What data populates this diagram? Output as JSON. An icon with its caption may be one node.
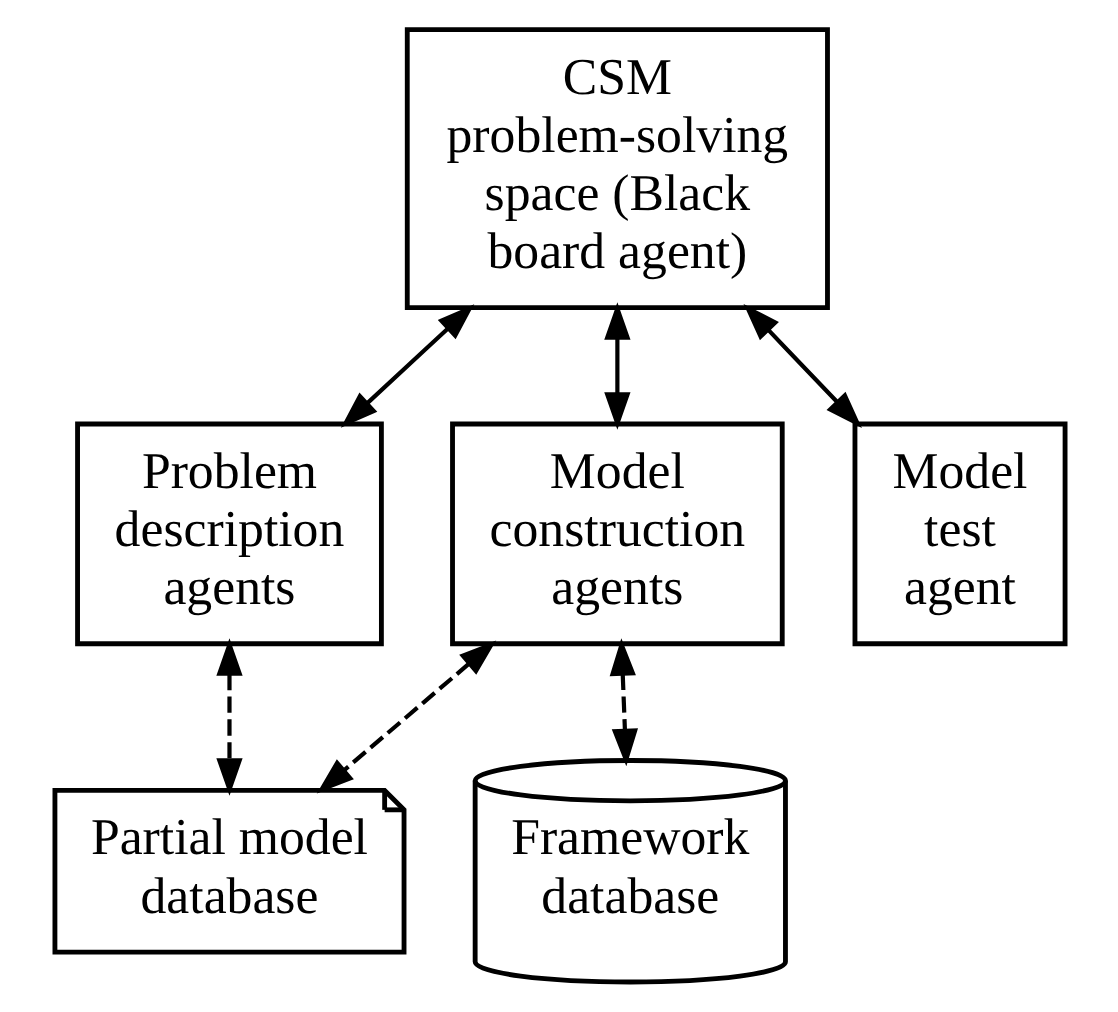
{
  "diagram": {
    "nodes": [
      {
        "text": [
          "CSM problem-solving space (Black board agent)"
        ]
      },
      {
        "text": [
          "Problem description agents"
        ]
      },
      {
        "text": [
          "Model construction agents"
        ]
      },
      {
        "text": [
          "Model test agent"
        ]
      },
      {
        "text": [
          "Partial model database"
        ]
      },
      {
        "text": [
          "Framework database"
        ]
      }
    ],
    "edges": [
      {
        "from": 0,
        "to": 1,
        "arrow": "both"
      },
      {
        "from": 0,
        "to": 2,
        "arrow": "both"
      },
      {
        "from": 0,
        "to": 3,
        "arrow": "both"
      },
      {
        "from": 1,
        "to": 4,
        "arrow": "both",
        "style": "dashed"
      },
      {
        "from": 2,
        "to": 4,
        "arrow": "both",
        "style": "dashed"
      },
      {
        "from": 2,
        "to": 5,
        "arrow": "both",
        "style": "dashed"
      }
    ]
  }
}
